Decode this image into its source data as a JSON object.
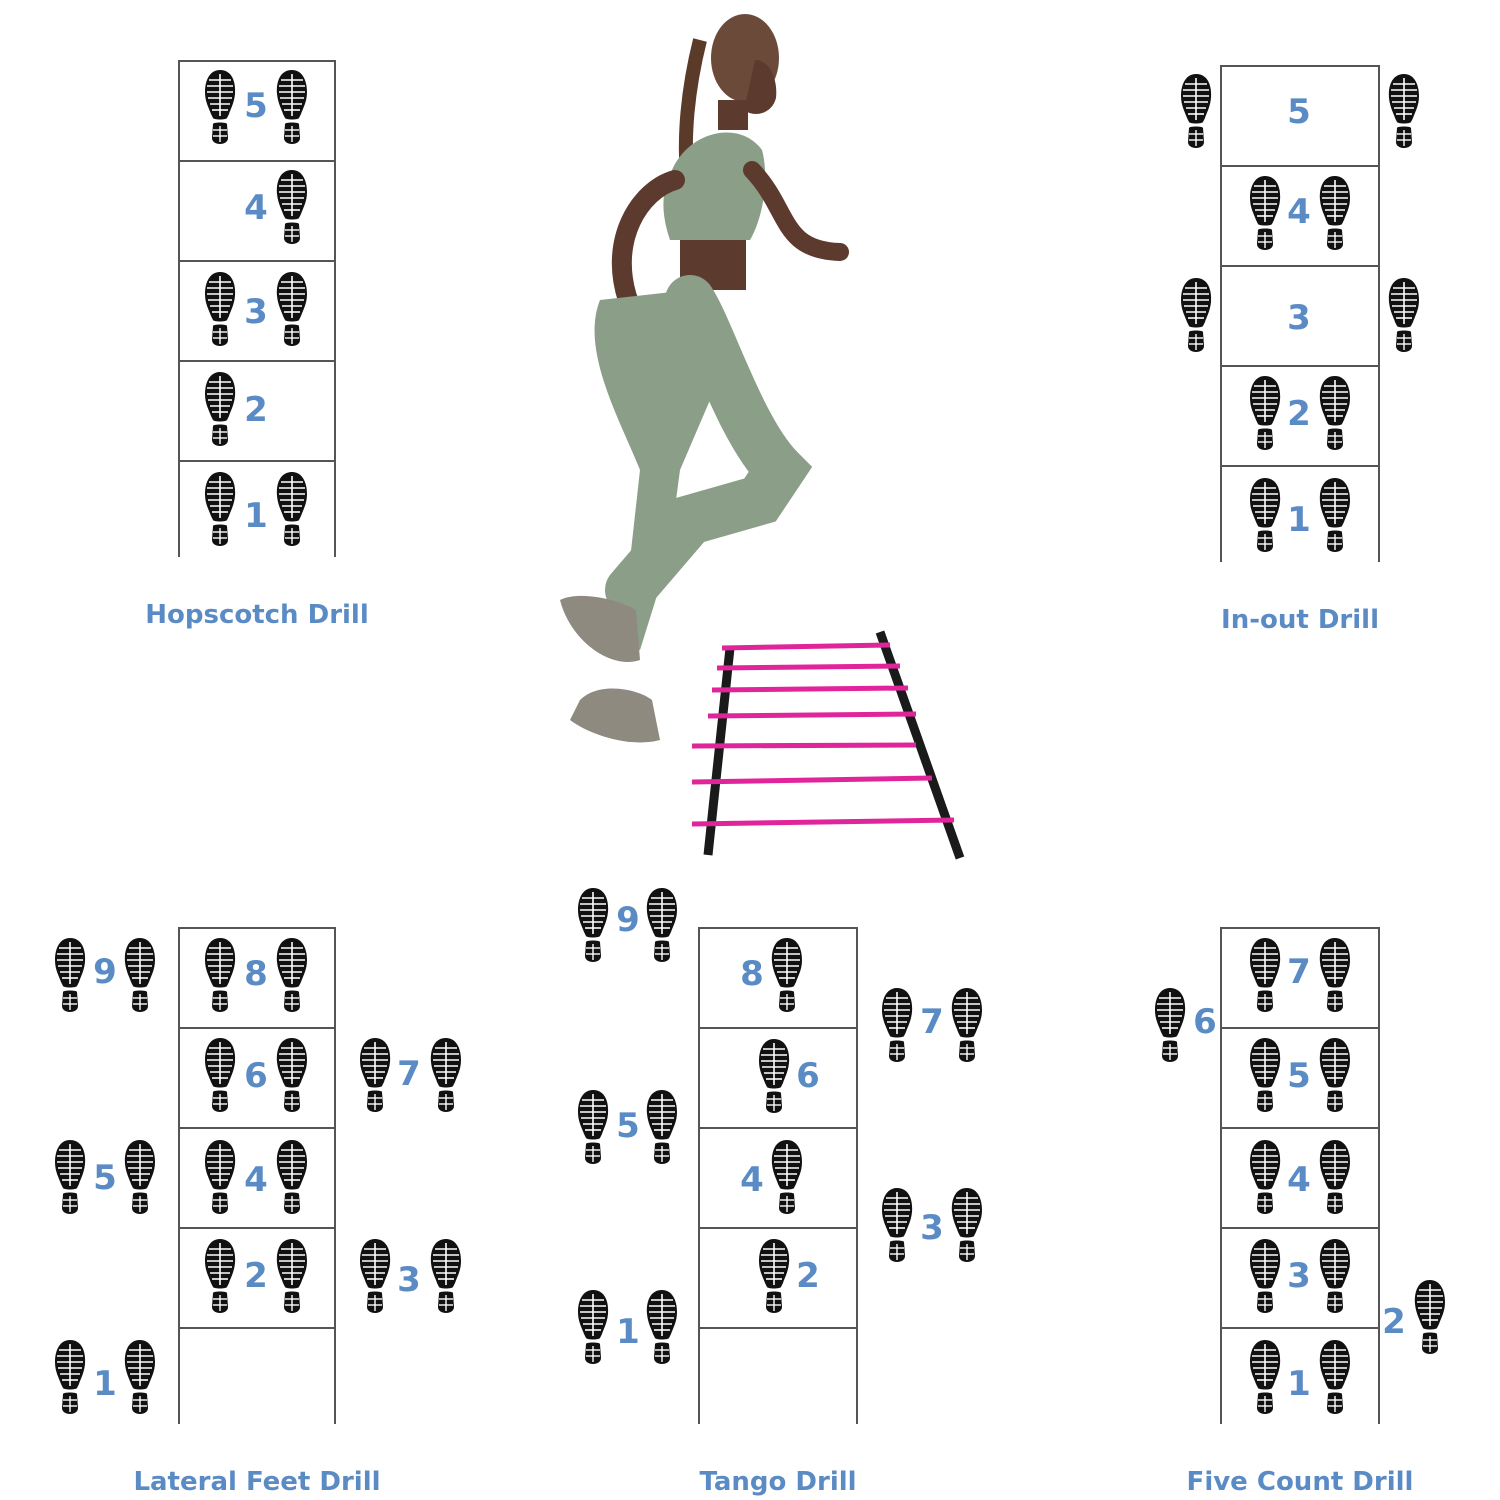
{
  "colors": {
    "accent": "#5b8bc4",
    "line": "#555555",
    "foot": "#111111",
    "ladder_rung": "#e0259b",
    "outfit": "#8a9e88"
  },
  "icon": "footprint-icon",
  "drills": [
    {
      "id": "hopscotch",
      "title": "Hopscotch Drill",
      "labels": [
        "5",
        "4",
        "3",
        "2",
        "1"
      ]
    },
    {
      "id": "in-out",
      "title": "In-out Drill",
      "labels": [
        "5",
        "4",
        "3",
        "2",
        "1"
      ]
    },
    {
      "id": "lateral-feet",
      "title": "Lateral Feet Drill",
      "labels": [
        "9",
        "8",
        "7",
        "6",
        "5",
        "4",
        "3",
        "2",
        "1"
      ]
    },
    {
      "id": "tango",
      "title": "Tango Drill",
      "labels": [
        "9",
        "8",
        "7",
        "6",
        "5",
        "4",
        "3",
        "2",
        "1"
      ]
    },
    {
      "id": "five-count",
      "title": "Five Count Drill",
      "labels": [
        "7",
        "6",
        "5",
        "4",
        "3",
        "2",
        "1"
      ]
    }
  ]
}
